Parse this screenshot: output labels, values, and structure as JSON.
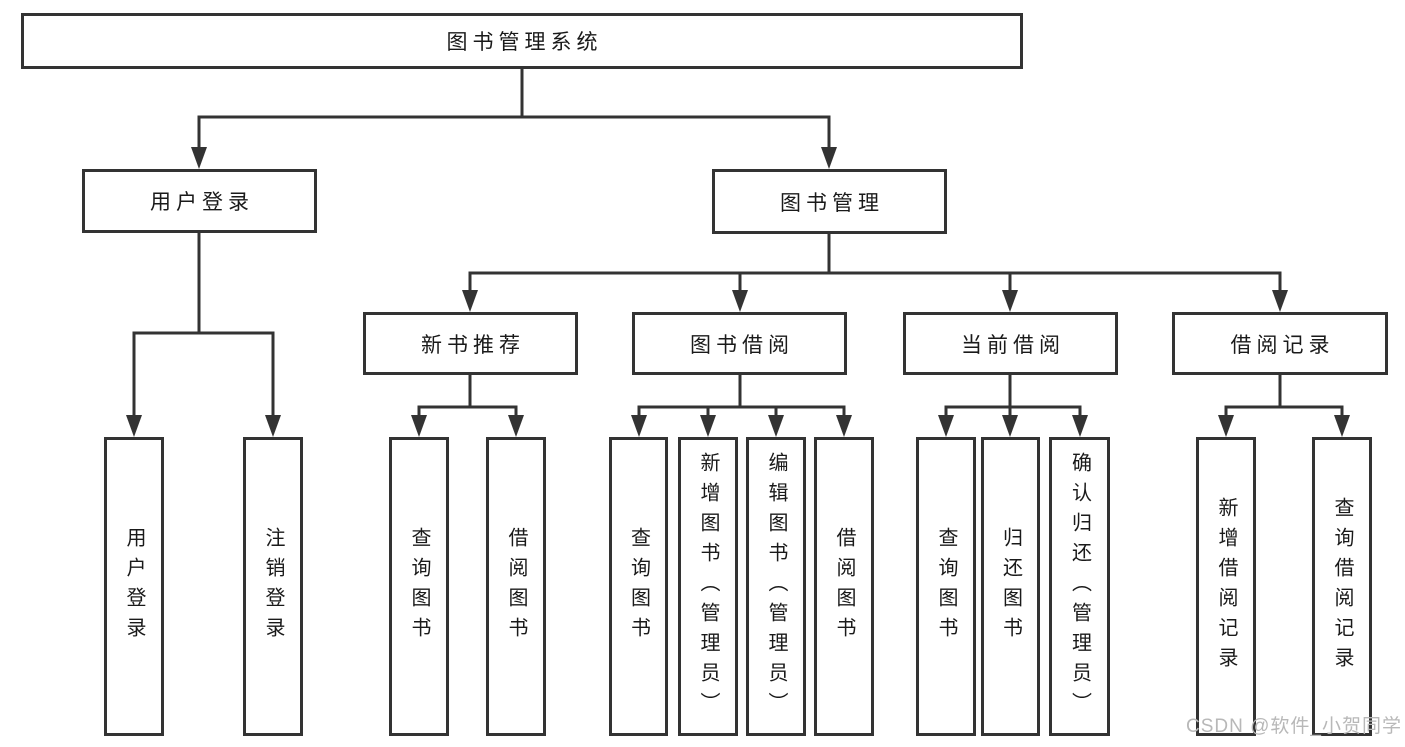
{
  "diagram": {
    "root": "图书管理系统",
    "user_login": {
      "label": "用户登录",
      "children": [
        "用户登录",
        "注销登录"
      ]
    },
    "book_mgmt": {
      "label": "图书管理",
      "sections": {
        "new_books": {
          "label": "新书推荐",
          "children": [
            "查询图书",
            "借阅图书"
          ]
        },
        "borrowing": {
          "label": "图书借阅",
          "children": [
            "查询图书",
            "新增图书（管理员）",
            "编辑图书（管理员）",
            "借阅图书"
          ]
        },
        "current": {
          "label": "当前借阅",
          "children": [
            "查询图书",
            "归还图书",
            "确认归还（管理员）"
          ]
        },
        "records": {
          "label": "借阅记录",
          "children": [
            "新增借阅记录",
            "查询借阅记录"
          ]
        }
      }
    }
  },
  "watermark": "CSDN @软件_小贺同学",
  "colors": {
    "line": "#333333",
    "box_fill": "#ffffff",
    "text": "#1a1a1a",
    "watermark": "#b8b8b8"
  }
}
